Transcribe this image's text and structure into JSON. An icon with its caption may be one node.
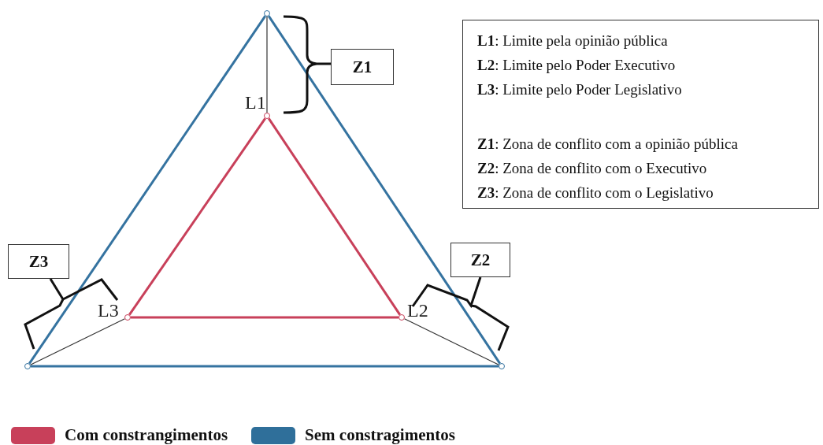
{
  "diagram": {
    "nodes": [
      {
        "text": [
          "**L1**: Limite pela opinião pública",
          "**L2**: Limite pelo Poder Executivo",
          "**L3**: Limite pelo Poder Legislativo",
          "**Z1**: Zona de conflito com a opinião pública",
          "**Z2**: Zona de conflito com o Executivo",
          "**Z3**: Zona de conflito com o Legislativo"
        ]
      },
      {
        "text": [
          "Z1"
        ]
      },
      {
        "text": [
          "Z3"
        ]
      },
      {
        "text": [
          "Z2"
        ]
      },
      {
        "text": [],
        "shape": "circle"
      },
      {
        "text": [],
        "shape": "circle"
      },
      {
        "text": [],
        "shape": "circle"
      },
      {
        "text": [],
        "shape": "circle"
      },
      {
        "text": [],
        "shape": "circle"
      },
      {
        "text": [],
        "shape": "circle"
      }
    ],
    "edges": [
      {
        "from": 4,
        "to": 5,
        "arrow": "none",
        "color": "#3573a0"
      },
      {
        "from": 5,
        "to": 6,
        "arrow": "none",
        "color": "#3573a0"
      },
      {
        "from": 6,
        "to": 4,
        "arrow": "none",
        "color": "#3573a0"
      },
      {
        "from": 7,
        "to": 8,
        "arrow": "none",
        "color": "#c8405a"
      },
      {
        "from": 8,
        "to": 9,
        "arrow": "none",
        "color": "#c8405a"
      },
      {
        "from": 9,
        "to": 7,
        "arrow": "none",
        "color": "#c8405a"
      },
      {
        "from": 4,
        "to": 7,
        "arrow": "none",
        "color": "#333333"
      },
      {
        "from": 5,
        "to": 8,
        "arrow": "none",
        "color": "#333333"
      },
      {
        "from": 6,
        "to": 9,
        "arrow": "none",
        "color": "#333333"
      }
    ],
    "labels": [
      "L1",
      "L3",
      "L2"
    ],
    "legend": [
      {
        "text": "Com constrangimentos",
        "color": "#c8405a"
      },
      {
        "text": "Sem constragimentos",
        "color": "#2f6f9a"
      }
    ]
  }
}
